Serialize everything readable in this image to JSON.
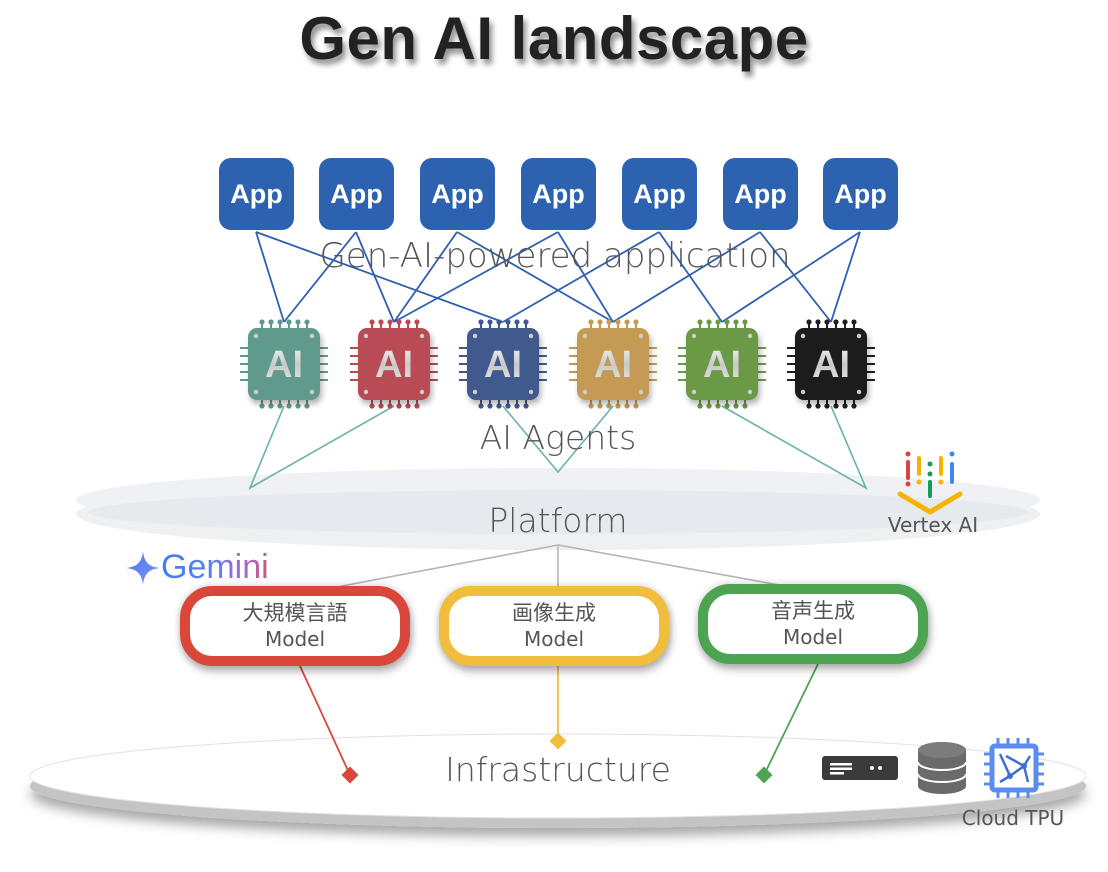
{
  "title": "Gen AI landscape",
  "layers": {
    "application": "Gen-AI-powered application",
    "agents": "AI Agents",
    "platform": "Platform",
    "infrastructure": "Infrastructure"
  },
  "apps": [
    {
      "label": "App"
    },
    {
      "label": "App"
    },
    {
      "label": "App"
    },
    {
      "label": "App"
    },
    {
      "label": "App"
    },
    {
      "label": "App"
    },
    {
      "label": "App"
    }
  ],
  "agents": [
    {
      "label": "AI",
      "color": "#5f9a8c"
    },
    {
      "label": "AI",
      "color": "#b84b52"
    },
    {
      "label": "AI",
      "color": "#3f5a8e"
    },
    {
      "label": "AI",
      "color": "#c49a55"
    },
    {
      "label": "AI",
      "color": "#6a9a45"
    },
    {
      "label": "AI",
      "color": "#1e1e1e"
    }
  ],
  "models": [
    {
      "name": "大規模言語",
      "type": "Model",
      "color": "#d9473a"
    },
    {
      "name": "画像生成",
      "type": "Model",
      "color": "#f0bd3c"
    },
    {
      "name": "音声生成",
      "type": "Model",
      "color": "#4ca352"
    }
  ],
  "brands": {
    "gemini": "Gemini",
    "vertex": "Vertex AI",
    "cloud_tpu": "Cloud TPU"
  },
  "colors": {
    "app_blue": "#2c62b0",
    "app_link": "#2e5fb0",
    "agent_link": "#6bb3a8",
    "platform_link": "#b5b5b5",
    "text_gray": "#555555"
  },
  "icons": {
    "server": "server-icon",
    "database": "database-icon",
    "tpu": "cloud-tpu-icon",
    "vertex": "vertex-ai-icon",
    "gemini_star": "gemini-sparkle-icon"
  }
}
